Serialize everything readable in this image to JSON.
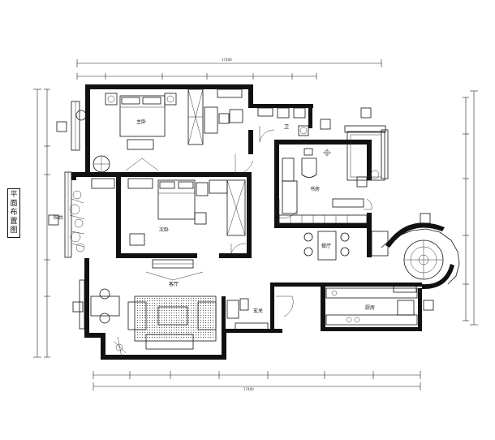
{
  "title": {
    "text": "平面布置图"
  },
  "dimension_labels": {
    "top_total": "17400",
    "bottom_total": "17400"
  },
  "rooms": {
    "master_bedroom": "主卧",
    "study": "书房",
    "second_bedroom": "次卧",
    "living_room": "客厅",
    "dining": "餐厅",
    "kitchen": "厨房",
    "bathroom": "卫",
    "balcony": "阳台",
    "entrance": "玄关"
  },
  "colors": {
    "ink": "#111111",
    "paper": "#ffffff",
    "hatch": "#555555"
  }
}
